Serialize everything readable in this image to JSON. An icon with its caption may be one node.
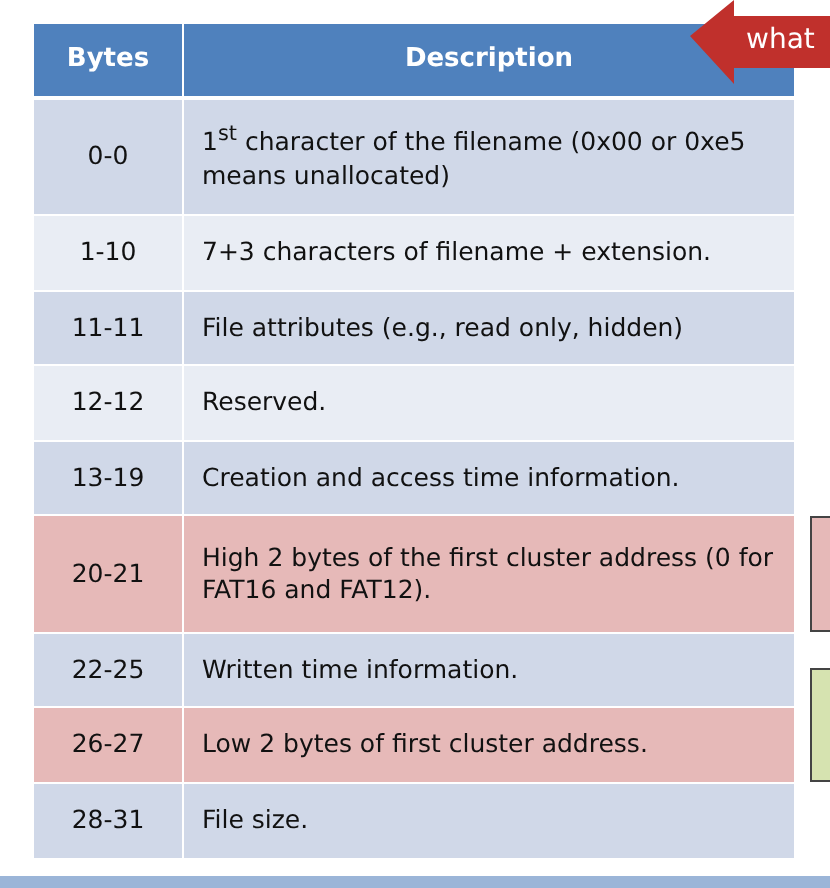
{
  "diagram": {
    "nodes": [
      {
        "text": [
          "what"
        ]
      },
      {
        "text": [],
        "shape": "box"
      },
      {
        "text": [],
        "shape": "box"
      }
    ],
    "labels": [
      "Bytes",
      "Description",
      "0-0",
      "1$^{st}$ character of the filename (0x00 or 0xe5 means unallocated)",
      "1-10",
      "7+3 characters of filename + extension.",
      "11-11",
      "File attributes (e.g., read only, hidden)",
      "12-12",
      "Reserved.",
      "13-19",
      "Creation and access time information.",
      "20-21",
      "High 2 bytes of the first cluster address (0 for FAT16 and FAT12).",
      "22-25",
      "Written time information.",
      "26-27",
      "Low 2 bytes of first cluster address.",
      "28-31",
      "File size."
    ]
  }
}
